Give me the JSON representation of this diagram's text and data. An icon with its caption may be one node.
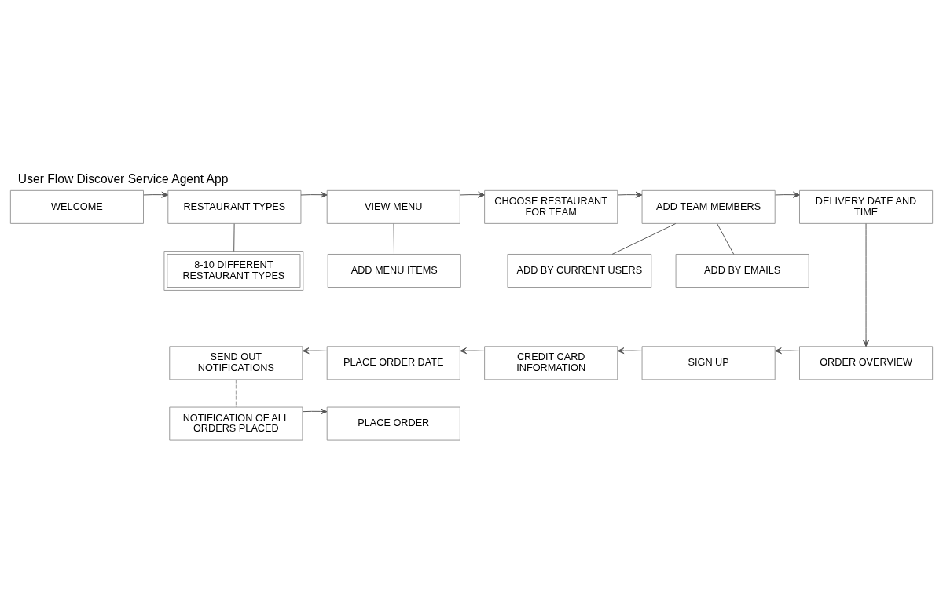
{
  "diagram": {
    "title": "User Flow Discover Service Agent App",
    "nodes": [
      {
        "text": [
          "WELCOME"
        ]
      },
      {
        "text": [
          "RESTAURANT TYPES"
        ]
      },
      {
        "text": [
          "8-10 DIFFERENT RESTAURANT TYPES"
        ]
      },
      {
        "text": [
          "VIEW MENU"
        ]
      },
      {
        "text": [
          "ADD MENU ITEMS"
        ]
      },
      {
        "text": [
          "CHOOSE RESTAURANT FOR TEAM"
        ]
      },
      {
        "text": [
          "ADD TEAM MEMBERS"
        ]
      },
      {
        "text": [
          "ADD BY CURRENT USERS"
        ]
      },
      {
        "text": [
          "ADD BY EMAILS"
        ]
      },
      {
        "text": [
          "DELIVERY DATE AND TIME"
        ]
      },
      {
        "text": [
          "SEND OUT NOTIFICATIONS"
        ]
      },
      {
        "text": [
          "PLACE ORDER DATE"
        ]
      },
      {
        "text": [
          "CREDIT CARD INFORMATION"
        ]
      },
      {
        "text": [
          "SIGN UP"
        ]
      },
      {
        "text": [
          "ORDER OVERVIEW"
        ]
      },
      {
        "text": [
          "NOTIFICATION OF ALL ORDERS PLACED"
        ]
      },
      {
        "text": [
          "PLACE ORDER"
        ]
      }
    ],
    "edges": [
      {
        "from": 0,
        "to": 1,
        "arrow": "to"
      },
      {
        "from": 1,
        "to": 2,
        "arrow": "none"
      },
      {
        "from": 1,
        "to": 3,
        "arrow": "to"
      },
      {
        "from": 3,
        "to": 4,
        "arrow": "none"
      },
      {
        "from": 3,
        "to": 5,
        "arrow": "to"
      },
      {
        "from": 5,
        "to": 6,
        "arrow": "to"
      },
      {
        "from": 6,
        "to": 7,
        "arrow": "none"
      },
      {
        "from": 6,
        "to": 8,
        "arrow": "none"
      },
      {
        "from": 6,
        "to": 9,
        "arrow": "to"
      },
      {
        "from": 9,
        "to": 14,
        "arrow": "to"
      },
      {
        "from": 14,
        "to": 13,
        "arrow": "to"
      },
      {
        "from": 13,
        "to": 12,
        "arrow": "to"
      },
      {
        "from": 12,
        "to": 11,
        "arrow": "to"
      },
      {
        "from": 11,
        "to": 10,
        "arrow": "to"
      },
      {
        "from": 10,
        "to": 15,
        "arrow": "none",
        "style": "dashed",
        "color": "#999999"
      },
      {
        "from": 15,
        "to": 16,
        "arrow": "to"
      }
    ]
  }
}
